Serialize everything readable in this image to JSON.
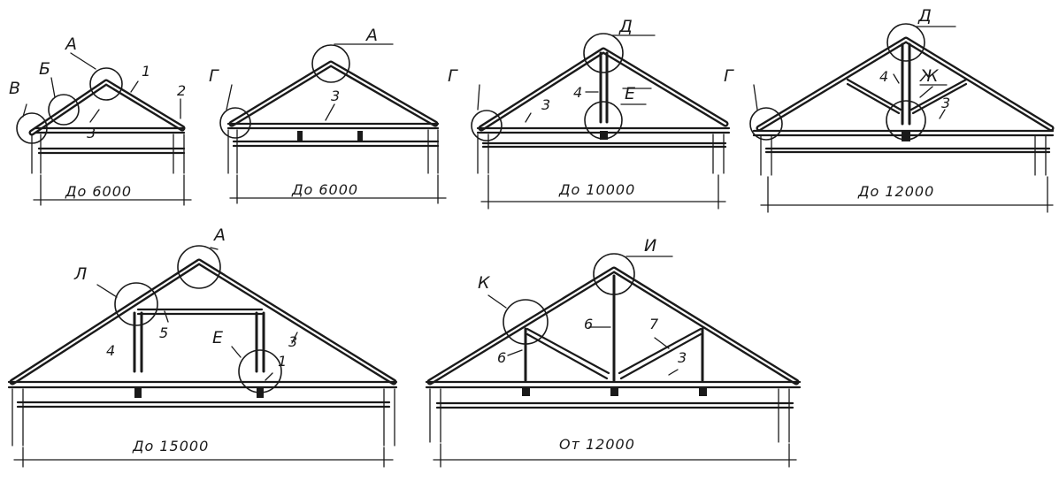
{
  "diagrams": [
    {
      "dimension": "До 6000",
      "labels": [
        "А",
        "Б",
        "В",
        "1",
        "2",
        "3"
      ]
    },
    {
      "dimension": "До 6000",
      "labels": [
        "А",
        "Г",
        "3"
      ]
    },
    {
      "dimension": "До 10000",
      "labels": [
        "Д",
        "Г",
        "3",
        "4",
        "Е"
      ]
    },
    {
      "dimension": "До 12000",
      "labels": [
        "Д",
        "Г",
        "4",
        "Ж",
        "3"
      ]
    },
    {
      "dimension": "До 15000",
      "labels": [
        "А",
        "Л",
        "5",
        "4",
        "Е",
        "3",
        "1"
      ]
    },
    {
      "dimension": "От 12000",
      "labels": [
        "И",
        "К",
        "6",
        "7",
        "6",
        "3"
      ]
    }
  ]
}
